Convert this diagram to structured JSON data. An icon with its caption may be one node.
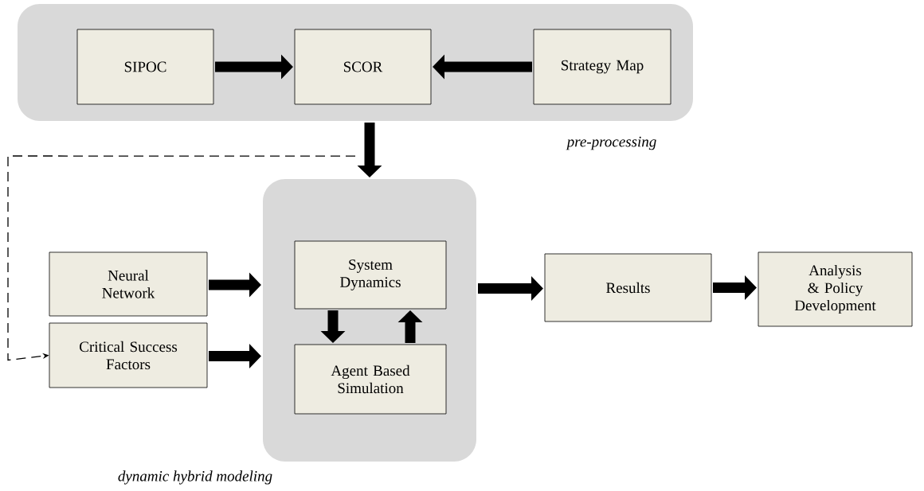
{
  "diagram": {
    "nodes": [
      {
        "text": [
          "pre-processing"
        ]
      },
      {
        "text": [
          "SIPOC"
        ],
        "in": 0
      },
      {
        "text": [
          "SCOR"
        ],
        "in": 0
      },
      {
        "text": [
          "Strategy Map"
        ],
        "in": 0
      },
      {
        "text": [
          "dynamic hybrid modeling"
        ]
      },
      {
        "text": [
          "System Dynamics"
        ],
        "in": 4
      },
      {
        "text": [
          "Agent Based Simulation"
        ],
        "in": 4
      },
      {
        "text": [
          "Neural Network"
        ]
      },
      {
        "text": [
          "Critical Success Factors"
        ]
      },
      {
        "text": [
          "Results"
        ]
      },
      {
        "text": [
          "Analysis & Policy Development"
        ]
      }
    ],
    "edges": [
      {
        "from": 1,
        "to": 2,
        "arrow": "to"
      },
      {
        "from": 3,
        "to": 2,
        "arrow": "to"
      },
      {
        "from": 0,
        "to": 4,
        "arrow": "to"
      },
      {
        "from": 0,
        "to": 8,
        "arrow": "to",
        "style": "dashed"
      },
      {
        "from": 7,
        "to": 4,
        "arrow": "to"
      },
      {
        "from": 8,
        "to": 4,
        "arrow": "to"
      },
      {
        "from": 5,
        "to": 6,
        "arrow": "to"
      },
      {
        "from": 6,
        "to": 5,
        "arrow": "to"
      },
      {
        "from": 4,
        "to": 9,
        "arrow": "to"
      },
      {
        "from": 9,
        "to": 10,
        "arrow": "to"
      }
    ]
  }
}
